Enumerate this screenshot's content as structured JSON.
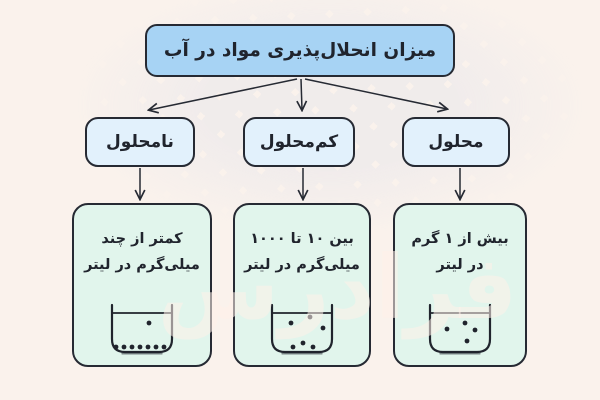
{
  "title": "میزان انحلال‌پذیری مواد در آب",
  "categories": [
    {
      "label": "نامحلول"
    },
    {
      "label": "کم‌محلول"
    },
    {
      "label": "محلول"
    }
  ],
  "descriptions": [
    {
      "text": "کمتر از چند\nمیلی‌گرم در لیتر",
      "beaker_icon": "beaker-with-sediment-icon",
      "beaker_dots": [
        [
          40,
          20
        ],
        [
          7,
          44
        ],
        [
          15,
          44
        ],
        [
          23,
          44
        ],
        [
          31,
          44
        ],
        [
          39,
          44
        ],
        [
          47,
          44
        ],
        [
          55,
          44
        ]
      ]
    },
    {
      "text": "بین ۱۰ تا ۱۰۰۰\nمیلی‌گرم در لیتر",
      "beaker_icon": "beaker-partly-dissolved-icon",
      "beaker_dots": [
        [
          22,
          20
        ],
        [
          41,
          14
        ],
        [
          54,
          25
        ],
        [
          34,
          40
        ],
        [
          24,
          44
        ],
        [
          44,
          44
        ]
      ]
    },
    {
      "text": "بیش از ۱ گرم\nدر لیتر",
      "beaker_icon": "beaker-dissolved-icon",
      "beaker_dots": [
        [
          20,
          26
        ],
        [
          38,
          20
        ],
        [
          48,
          27
        ],
        [
          40,
          38
        ]
      ]
    }
  ],
  "watermark": "فرادرس",
  "colors": {
    "background": "#faf2ec",
    "title_fill": "#a7d3f4",
    "category_fill": "#e2f1fc",
    "description_fill": "#e1f5ec",
    "ink": "#262a33"
  }
}
